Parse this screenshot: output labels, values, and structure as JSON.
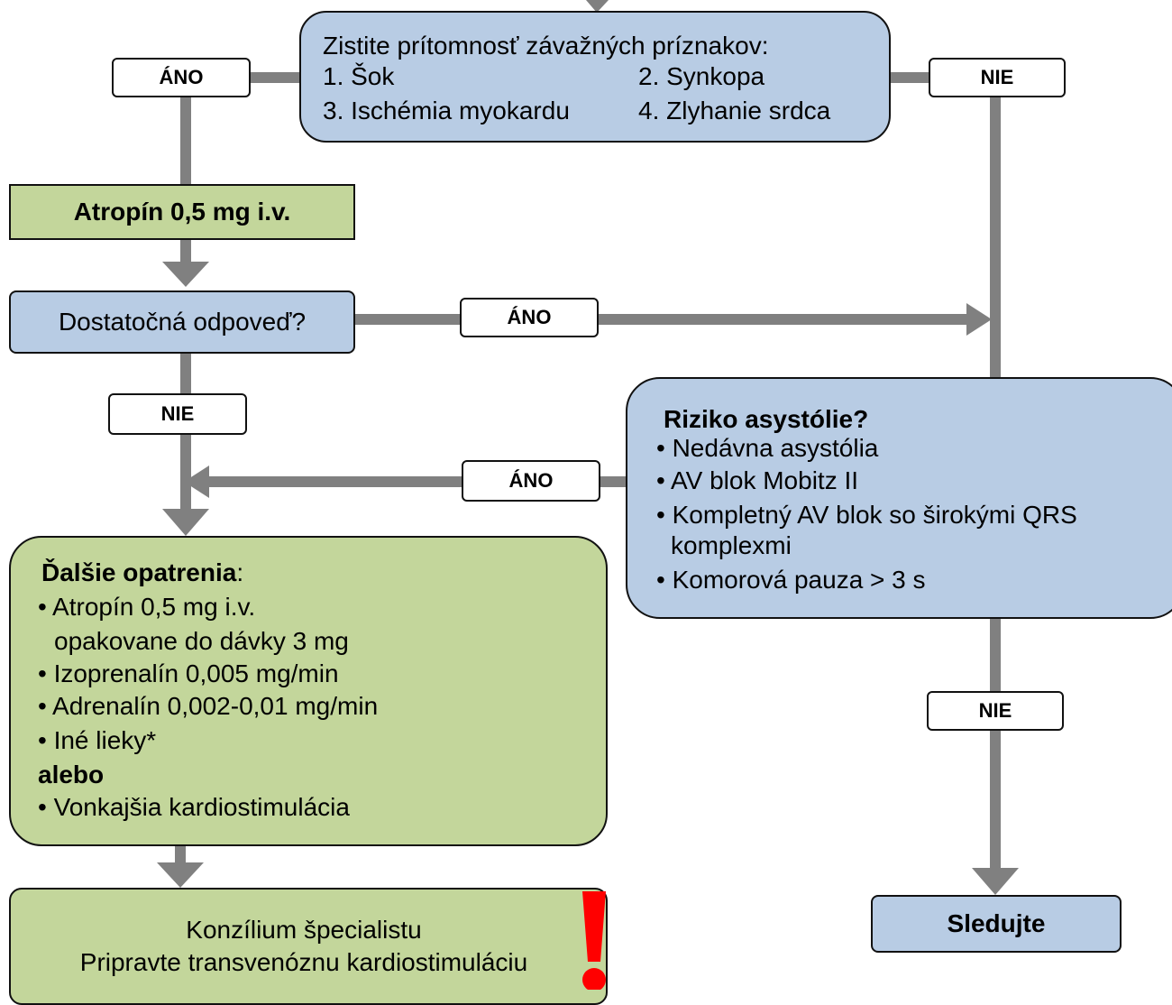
{
  "symptoms": {
    "title": "Zistite prítomnosť závažných príznakov:",
    "items": [
      "1. Šok",
      "2. Synkopa",
      "3. Ischémia myokardu",
      "4. Zlyhanie srdca"
    ]
  },
  "labels": {
    "ano_top": "ÁNO",
    "nie_top": "NIE",
    "ano_response": "ÁNO",
    "nie_response": "NIE",
    "ano_risk": "ÁNO",
    "nie_risk": "NIE"
  },
  "atropine": "Atropín 0,5 mg i.v.",
  "response_question": "Dostatočná odpoveď?",
  "risk": {
    "title": "Riziko asystólie?",
    "items": [
      "• Nedávna asystólia",
      "• AV blok Mobitz II",
      "• Kompletný AV blok so širokými QRS",
      "komplexmi",
      "• Komorová pauza > 3 s"
    ]
  },
  "further": {
    "title": "Ďalšie opatrenia",
    "title_suffix": ":",
    "items": [
      "• Atropín 0,5 mg i.v.",
      "opakovane do dávky 3 mg",
      "• Izoprenalín 0,005 mg/min",
      "• Adrenalín 0,002-0,01 mg/min",
      "• Iné lieky*"
    ],
    "or_label": "alebo",
    "last_item": "• Vonkajšia kardiostimulácia"
  },
  "specialist": {
    "line1": "Konzílium špecialistu",
    "line2": "Pripravte transvenóznu kardiostimuláciu"
  },
  "observe": "Sledujte",
  "colors": {
    "blue_box": "#b8cce4",
    "green_box": "#c3d69b",
    "connector": "#808080",
    "warning": "#ff0000"
  }
}
